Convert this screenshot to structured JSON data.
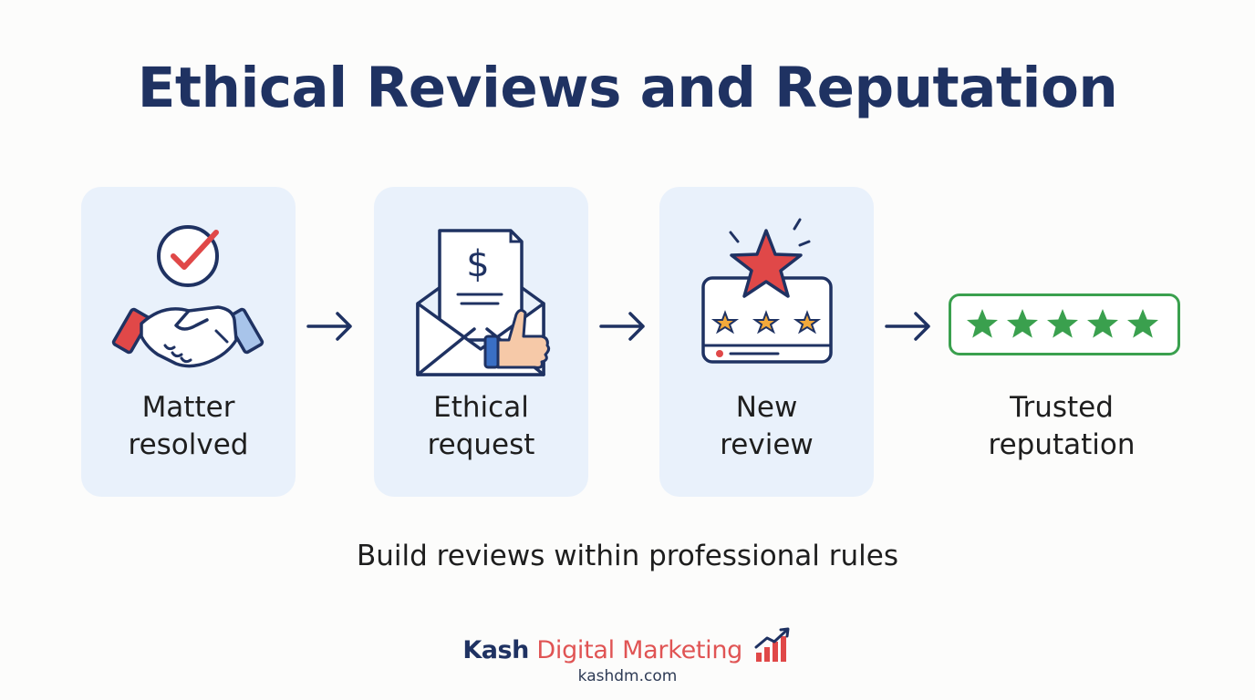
{
  "title": "Ethical Reviews and Reputation",
  "steps": [
    {
      "line1": "Matter",
      "line2": "resolved",
      "icon": "handshake-check-icon"
    },
    {
      "line1": "Ethical",
      "line2": "request",
      "icon": "envelope-thumbs-up-icon"
    },
    {
      "line1": "New",
      "line2": "review",
      "icon": "star-review-screen-icon"
    },
    {
      "line1": "Trusted",
      "line2": "reputation",
      "icon": "five-stars-icon"
    }
  ],
  "subtitle": "Build reviews within professional rules",
  "brand": {
    "name_part1": "Kash",
    "name_part2": "Digital Marketing",
    "domain": "kashdm.com"
  },
  "colors": {
    "title": "#1f3262",
    "card_bg": "#e9f1fb",
    "accent_red": "#e04848",
    "accent_green": "#3aa04e",
    "star_gold": "#f2a93b",
    "arrow": "#1f3262"
  }
}
